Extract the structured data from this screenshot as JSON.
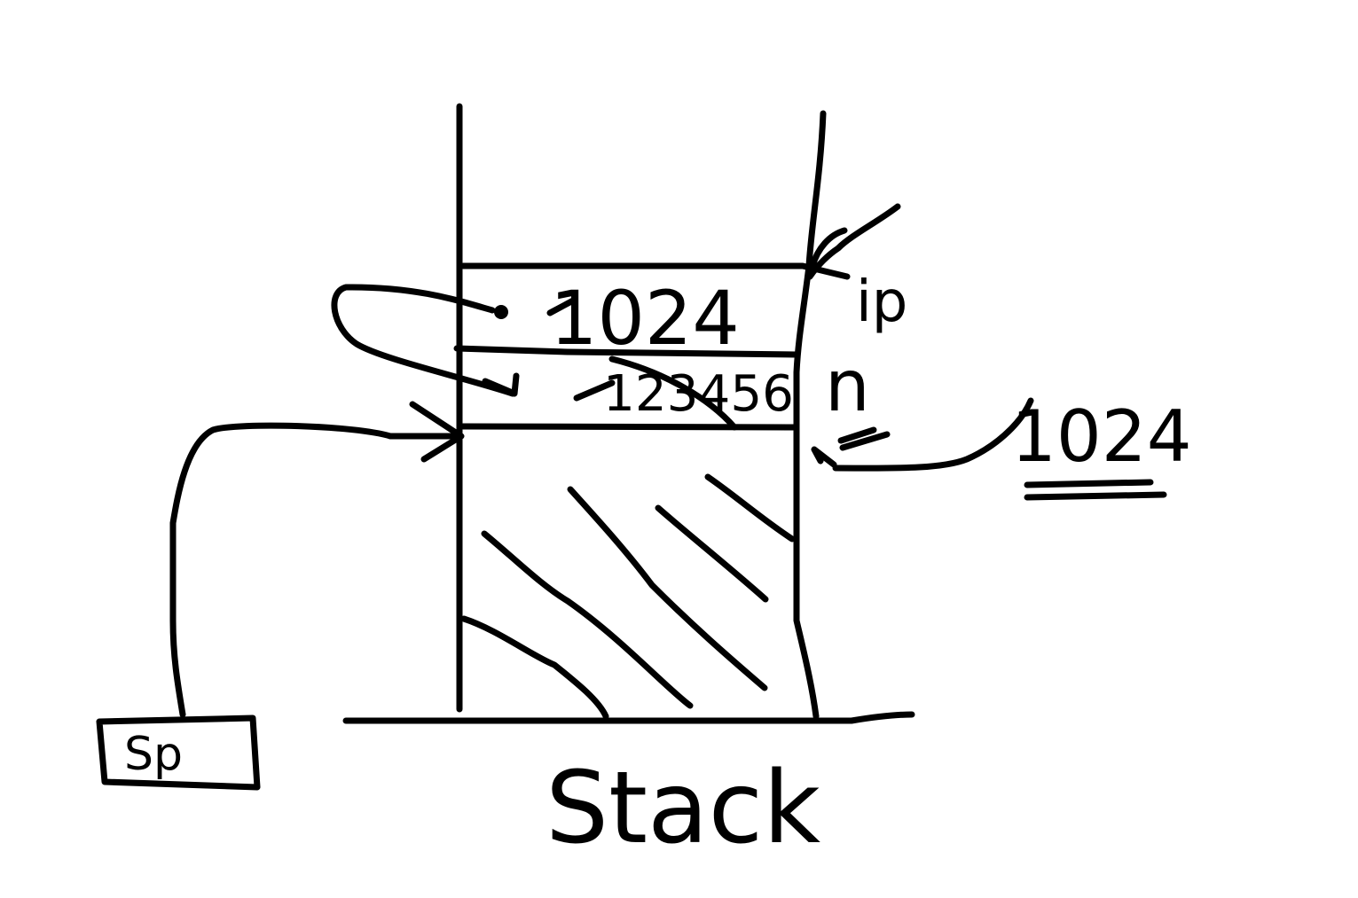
{
  "colors": {
    "ink": "#000000",
    "background": "#ffffff"
  },
  "stack_caption": "Stack",
  "cells": [
    {
      "value": "1024"
    },
    {
      "value": "123456"
    }
  ],
  "labels": {
    "ip": "ip",
    "n": "n",
    "sp": "Sp",
    "pointed_value": "1024"
  }
}
